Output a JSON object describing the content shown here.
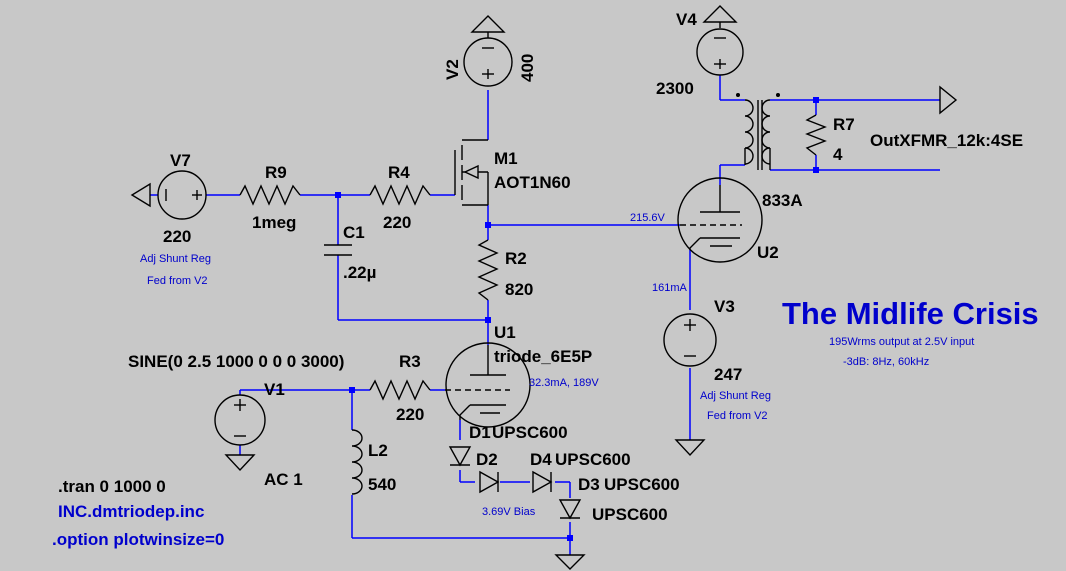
{
  "title": "The Midlife Crisis",
  "subtitle_lines": [
    "195Wrms output at 2.5V input",
    "-3dB: 8Hz, 60kHz"
  ],
  "components": {
    "V7": {
      "name": "V7",
      "value": "220",
      "note1": "Adj Shunt Reg",
      "note2": "Fed from V2"
    },
    "R9": {
      "name": "R9",
      "value": "1meg"
    },
    "R4": {
      "name": "R4",
      "value": "220"
    },
    "C1": {
      "name": "C1",
      "value": ".22µ"
    },
    "V2": {
      "name": "V2",
      "value": "400"
    },
    "M1": {
      "name": "M1",
      "value": "AOT1N60"
    },
    "R2": {
      "name": "R2",
      "value": "820"
    },
    "U1": {
      "name": "U1",
      "value": "triode_6E5P",
      "op": "32.3mA, 189V"
    },
    "V1": {
      "name": "V1",
      "source": "SINE(0 2.5 1000 0 0 0 3000)",
      "ac": "AC 1"
    },
    "R3": {
      "name": "R3",
      "value": "220"
    },
    "L2": {
      "name": "L2",
      "value": "540"
    },
    "D1": {
      "name": "D1",
      "value": "UPSC600"
    },
    "D2": {
      "name": "D2"
    },
    "D4": {
      "name": "D4",
      "value": "UPSC600"
    },
    "D3": {
      "name": "D3",
      "value": "UPSC600"
    },
    "D5": {
      "value": "UPSC600"
    },
    "V4": {
      "name": "V4",
      "value": "2300"
    },
    "R7": {
      "name": "R7",
      "value": "4"
    },
    "XFMR": {
      "value": "OutXFMR_12k:4SE"
    },
    "U2": {
      "name": "U2",
      "value": "833A"
    },
    "V3": {
      "name": "V3",
      "value": "247",
      "note1": "Adj Shunt Reg",
      "note2": "Fed from V2"
    }
  },
  "annotations": {
    "plate_v": "215.6V",
    "plate_i": "161mA",
    "bias": "3.69V Bias"
  },
  "directives": [
    ".tran 0 1000 0",
    "INC.dmtriodep.inc",
    ".option plotwinsize=0"
  ]
}
